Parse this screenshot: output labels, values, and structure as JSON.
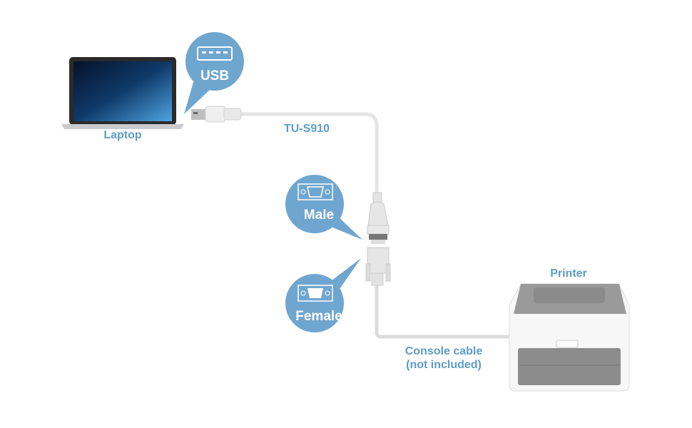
{
  "labels": {
    "laptop": "Laptop",
    "usb": "USB",
    "product": "TU-S910",
    "male": "Male",
    "female": "Female",
    "printer": "Printer",
    "console_line1": "Console cable",
    "console_line2": "(not included)"
  },
  "colors": {
    "bubble": "#6fa6cf",
    "label": "#5e9cc8"
  }
}
